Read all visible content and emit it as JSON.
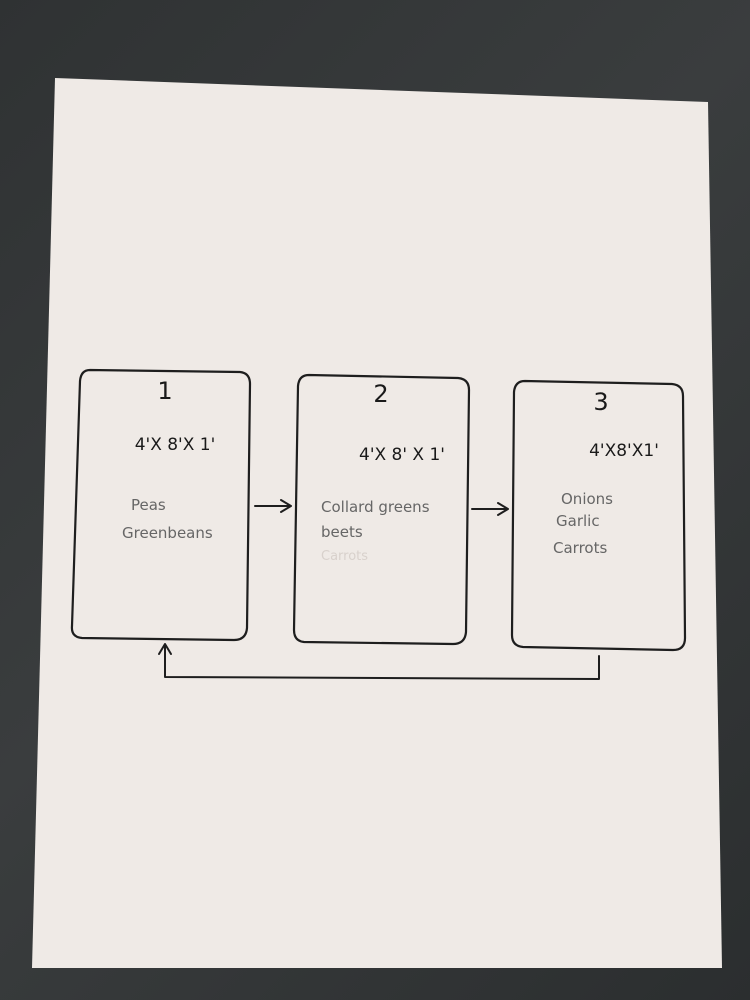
{
  "beds": [
    {
      "number": "1",
      "dimensions": "4'X 8'X 1'",
      "crops": [
        "Peas",
        "Greenbeans"
      ],
      "faint_crops": []
    },
    {
      "number": "2",
      "dimensions": "4'X 8' X 1'",
      "crops": [
        "Collard greens",
        "beets"
      ],
      "faint_crops": [
        "Carrots"
      ]
    },
    {
      "number": "3",
      "dimensions": "4'X8'X1'",
      "crops": [
        "Onions",
        "Garlic",
        "Carrots"
      ],
      "faint_crops": []
    }
  ],
  "colors": {
    "paper": "#efeae6",
    "ink": "#1e1e1e",
    "pencil": "#666666",
    "background": "#2f3233"
  }
}
